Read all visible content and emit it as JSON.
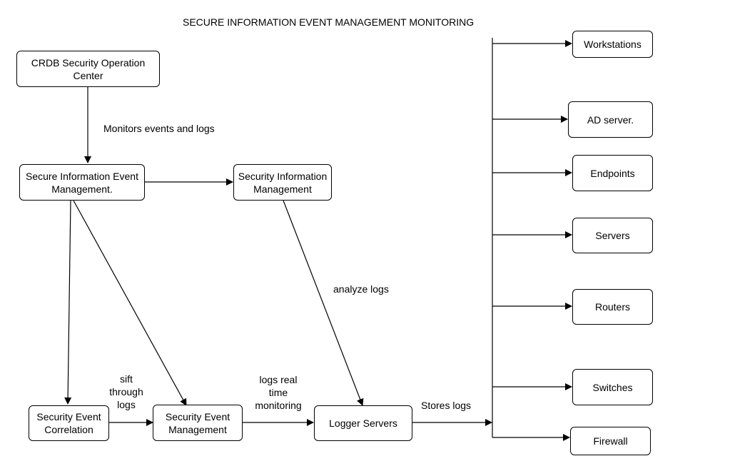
{
  "title": "SECURE INFORMATION EVENT MANAGEMENT MONITORING",
  "nodes": {
    "crdb": "CRDB Security Operation\nCenter",
    "siem": "Secure Information Event\nManagement.",
    "sim": "Security Information\nManagement",
    "sec": "Security Event\nCorrelation",
    "sem": "Security Event\nManagement",
    "logger": "Logger Servers",
    "workstations": "Workstations",
    "ad": "AD server.",
    "endpoints": "Endpoints",
    "servers": "Servers",
    "routers": "Routers",
    "switches": "Switches",
    "firewall": "Firewall"
  },
  "labels": {
    "monitors": "Monitors events and logs",
    "analyze": "analyze logs",
    "sift": "sift\nthrough\nlogs",
    "realtime": "logs real\ntime\nmonitoring",
    "stores": "Stores logs"
  }
}
